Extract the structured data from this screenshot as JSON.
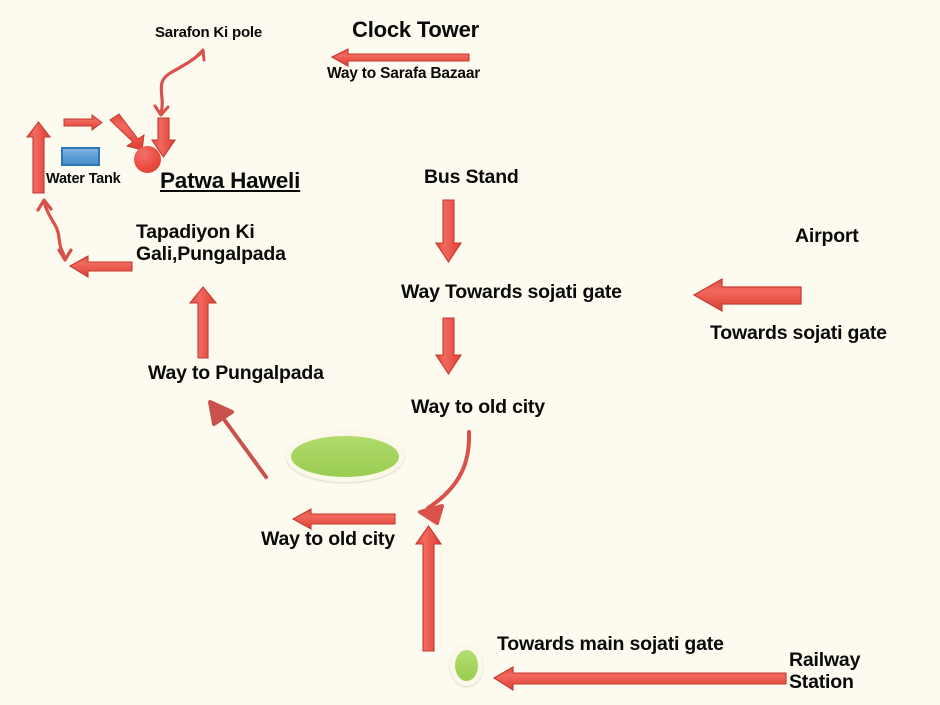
{
  "map": {
    "title": "Clock Tower",
    "background_color": "#FDFBEF",
    "arrow_color": "#EC4B42",
    "arrow_outline_color": "#C43A30",
    "green_marker_color": "#9ACD51",
    "landmark_dot_color": "#EC4B42",
    "water_tank_color": "#5A9BD5",
    "labels": {
      "clock_tower": "Clock Tower",
      "way_to_sarafa_bazaar": "Way to Sarafa Bazaar",
      "sarafon_ki_pole": "Sarafon Ki pole",
      "patwa_haweli": "Patwa Haweli",
      "water_tank": "Water Tank",
      "tapadiyon_line1": "Tapadiyon Ki",
      "tapadiyon_line2": "Gali,Pungalpada",
      "way_to_pungalpada": "Way to Pungalpada",
      "bus_stand": "Bus Stand",
      "way_towards_sojati_gate": "Way Towards sojati gate",
      "way_to_old_city_upper": "Way to old city",
      "way_to_old_city_lower": "Way to old city",
      "airport": "Airport",
      "towards_sojati_gate": "Towards sojati gate",
      "towards_main_sojati_gate": "Towards main sojati gate",
      "railway_station_line1": "Railway",
      "railway_station_line2": "Station"
    },
    "markers": [
      {
        "name": "patwa-haweli-dot",
        "shape": "circle",
        "color": "#EC4B42"
      },
      {
        "name": "water-tank-rect",
        "shape": "rectangle",
        "color": "#5A9BD5"
      },
      {
        "name": "green-ellipse",
        "shape": "ellipse",
        "color": "#9ACD51"
      },
      {
        "name": "green-circle-small",
        "shape": "ellipse",
        "color": "#9ACD51"
      }
    ],
    "arrows": [
      {
        "name": "arrow-to-sarafa-bazaar",
        "direction": "left"
      },
      {
        "name": "arrow-to-sarafon-ki-pole",
        "direction": "up-curved-double"
      },
      {
        "name": "arrow-down-to-patwa-haweli",
        "direction": "down"
      },
      {
        "name": "arrow-small-right-top-left",
        "direction": "right"
      },
      {
        "name": "arrow-diagonal-to-patwa-haweli",
        "direction": "down-right"
      },
      {
        "name": "arrow-up-left-edge",
        "direction": "up"
      },
      {
        "name": "arrow-wavy-double-left",
        "direction": "up-down-wavy"
      },
      {
        "name": "arrow-left-to-tapadiyon",
        "direction": "left"
      },
      {
        "name": "arrow-up-to-tapadiyon",
        "direction": "up"
      },
      {
        "name": "arrow-diagonal-to-pungalpada",
        "direction": "up-left"
      },
      {
        "name": "arrow-bus-stand-down",
        "direction": "down"
      },
      {
        "name": "arrow-sojati-gate-down",
        "direction": "down"
      },
      {
        "name": "arrow-airport-left",
        "direction": "left"
      },
      {
        "name": "arrow-old-city-curve",
        "direction": "down-left-curved"
      },
      {
        "name": "arrow-old-city-left",
        "direction": "left"
      },
      {
        "name": "arrow-old-city-up",
        "direction": "up"
      },
      {
        "name": "arrow-railway-station-left",
        "direction": "left"
      }
    ]
  }
}
